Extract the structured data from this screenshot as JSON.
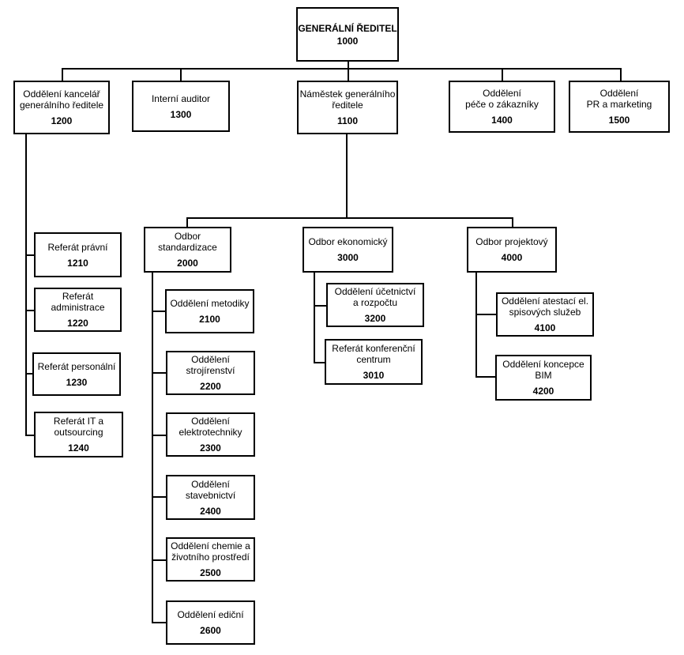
{
  "units": {
    "u1000": {
      "name": "GENERÁLNÍ ŘEDITEL",
      "code": "1000"
    },
    "u1200": {
      "name": "Oddělení kancelář\ngenerálního ředitele",
      "code": "1200"
    },
    "u1300": {
      "name": "Interní auditor",
      "code": "1300"
    },
    "u1100": {
      "name": "Náměstek generálního\nředitele",
      "code": "1100"
    },
    "u1400": {
      "name": "Oddělení\npéče o zákazníky",
      "code": "1400"
    },
    "u1500": {
      "name": "Oddělení\nPR a marketing",
      "code": "1500"
    },
    "u1210": {
      "name": "Referát právní",
      "code": "1210"
    },
    "u1220": {
      "name": "Referát\nadministrace",
      "code": "1220"
    },
    "u1230": {
      "name": "Referát personální",
      "code": "1230"
    },
    "u1240": {
      "name": "Referát IT a\noutsourcing",
      "code": "1240"
    },
    "u2000": {
      "name": "Odbor\nstandardizace",
      "code": "2000"
    },
    "u3000": {
      "name": "Odbor  ekonomický",
      "code": "3000"
    },
    "u4000": {
      "name": "Odbor projektový",
      "code": "4000"
    },
    "u2100": {
      "name": "Oddělení metodiky",
      "code": "2100"
    },
    "u2200": {
      "name": "Oddělení\nstrojírenství",
      "code": "2200"
    },
    "u2300": {
      "name": "Oddělení\nelektrotechniky",
      "code": "2300"
    },
    "u2400": {
      "name": "Oddělení\nstavebnictví",
      "code": "2400"
    },
    "u2500": {
      "name": "Oddělení chemie a\nživotního prostředí",
      "code": "2500"
    },
    "u2600": {
      "name": "Oddělení ediční",
      "code": "2600"
    },
    "u3200": {
      "name": "Oddělení účetnictví\na rozpočtu",
      "code": "3200"
    },
    "u3010": {
      "name": "Referát konferenční\ncentrum",
      "code": "3010"
    },
    "u4100": {
      "name": "Oddělení atestací el.\nspisových služeb",
      "code": "4100"
    },
    "u4200": {
      "name": "Oddělení koncepce\nBIM",
      "code": "4200"
    }
  }
}
